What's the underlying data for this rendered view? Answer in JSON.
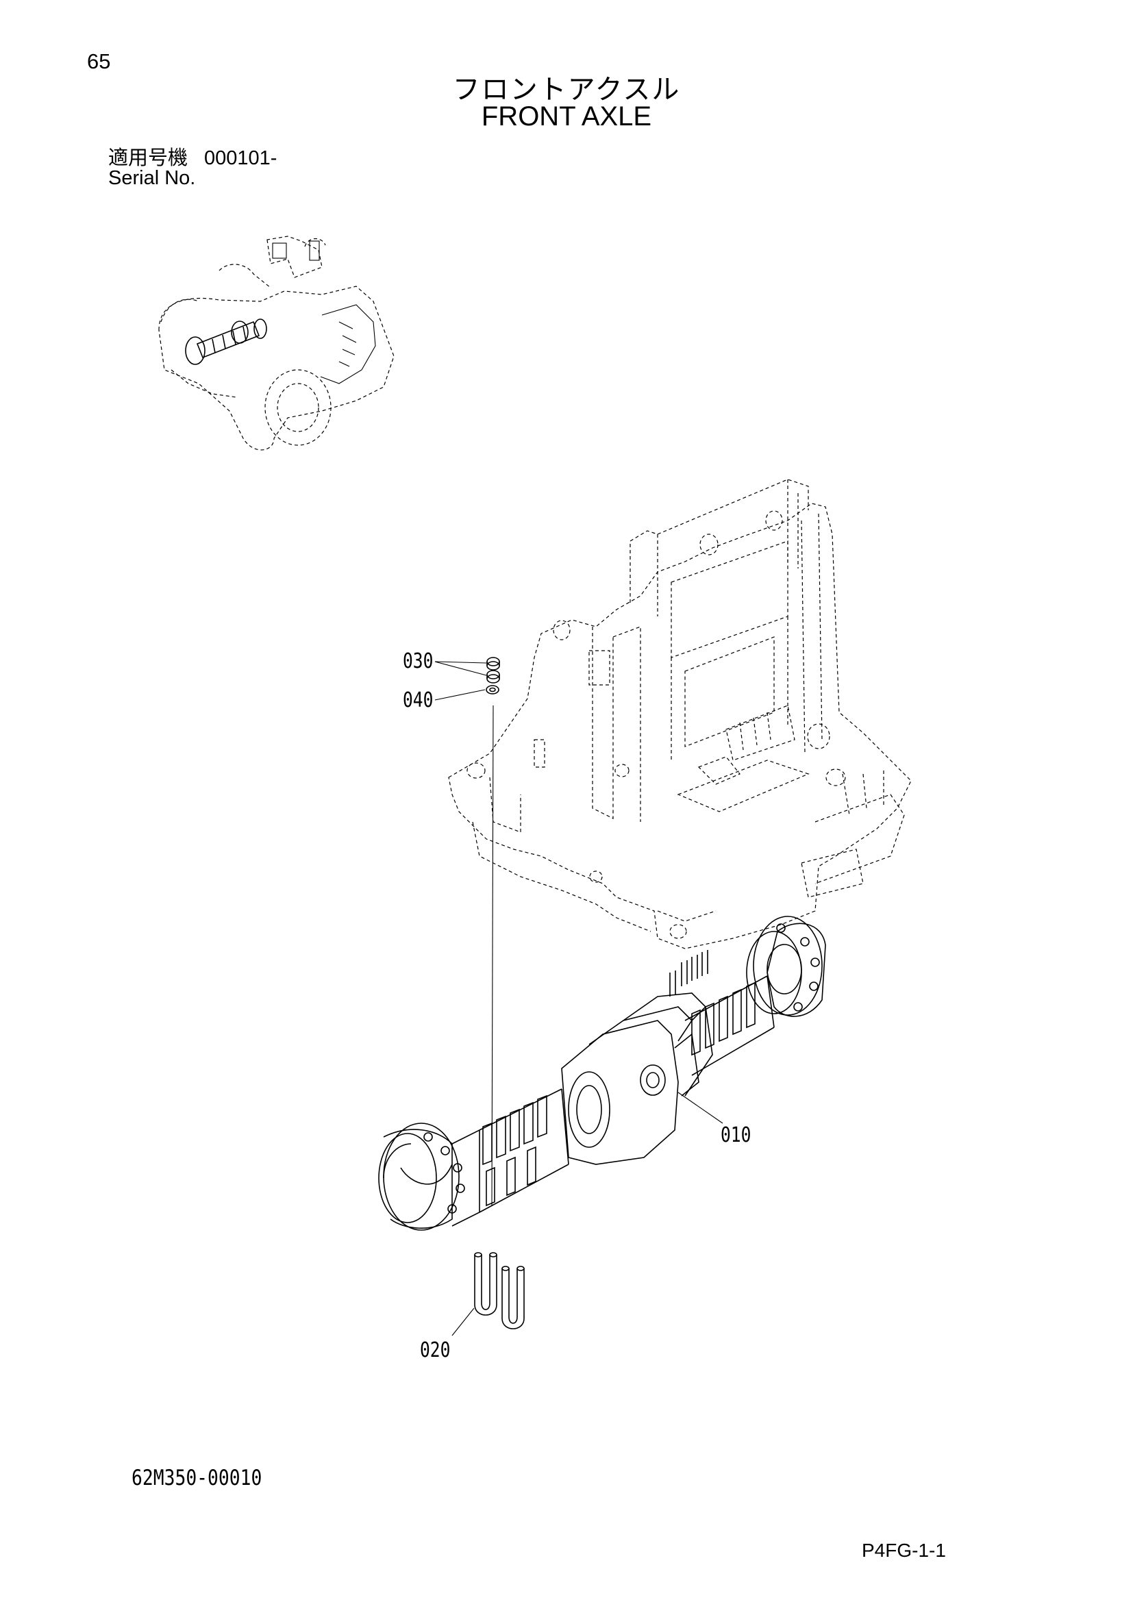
{
  "page": {
    "number": "65",
    "title_jp": "フロントアクスル",
    "title_en": "FRONT AXLE",
    "serial_label_jp": "適用号機",
    "serial_value": "000101-",
    "serial_label_en": "Serial No.",
    "document_code": "62M350-00010",
    "page_code": "P4FG-1-1"
  },
  "callouts": [
    {
      "id": "c030",
      "label": "030"
    },
    {
      "id": "c040",
      "label": "040"
    },
    {
      "id": "c010",
      "label": "010"
    },
    {
      "id": "c020",
      "label": "020"
    }
  ]
}
